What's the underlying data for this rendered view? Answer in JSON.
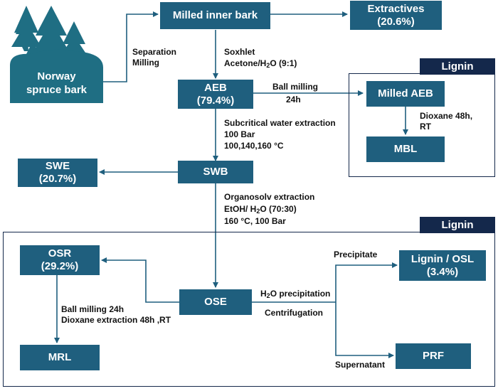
{
  "nodes": {
    "norway": {
      "line1": "Norway",
      "line2": "spruce bark"
    },
    "milled_inner_bark": "Milled inner bark",
    "extractives": {
      "line1": "Extractives",
      "line2": "(20.6%)"
    },
    "aeb": {
      "line1": "AEB",
      "line2": "(79.4%)"
    },
    "milled_aeb": "Milled AEB",
    "mbl": "MBL",
    "swe": {
      "line1": "SWE",
      "line2": "(20.7%)"
    },
    "swb": "SWB",
    "osr": {
      "line1": "OSR",
      "line2": "(29.2%)"
    },
    "ose": "OSE",
    "lignin_osl": {
      "line1": "Lignin / OSL",
      "line2": "(3.4%)"
    },
    "mrl": "MRL",
    "prf": "PRF"
  },
  "panels": {
    "top_title": "Lignin",
    "bottom_title": "Lignin"
  },
  "labels": {
    "separation": "Separation",
    "milling": "Milling",
    "soxhlet": "Soxhlet",
    "acetone_pre": "Acetone/H",
    "acetone_sub": "2",
    "acetone_post": "O (9:1)",
    "ball_milling": "Ball milling",
    "ball_milling_time": "24h",
    "dioxane_48h": "Dioxane 48h,",
    "rt": "RT",
    "swe_extraction": "Subcritical water extraction",
    "pressure": "100 Bar",
    "temps": "100,140,160 °C",
    "organosolv": "Organosolv extraction",
    "etoh_pre": "EtOH/ H",
    "etoh_sub": "2",
    "etoh_post": "O (70:30)",
    "organosolv_cond": "160 °C, 100 Bar",
    "ball_milling_24h": "Ball milling 24h",
    "dioxane_extraction": "Dioxane extraction 48h ,RT",
    "h2o_pre": "H",
    "h2o_sub": "2",
    "h2o_post": "O precipitation",
    "centrifugation": "Centrifugation",
    "precipitate": "Precipitate",
    "supernatant": "Supernatant"
  },
  "colors": {
    "node_fill": "#1f5f7e",
    "panel_border": "#14284b",
    "tree_green": "#1f6e83",
    "arrow": "#1f5f7e"
  },
  "icons": [
    "tree-icon"
  ]
}
